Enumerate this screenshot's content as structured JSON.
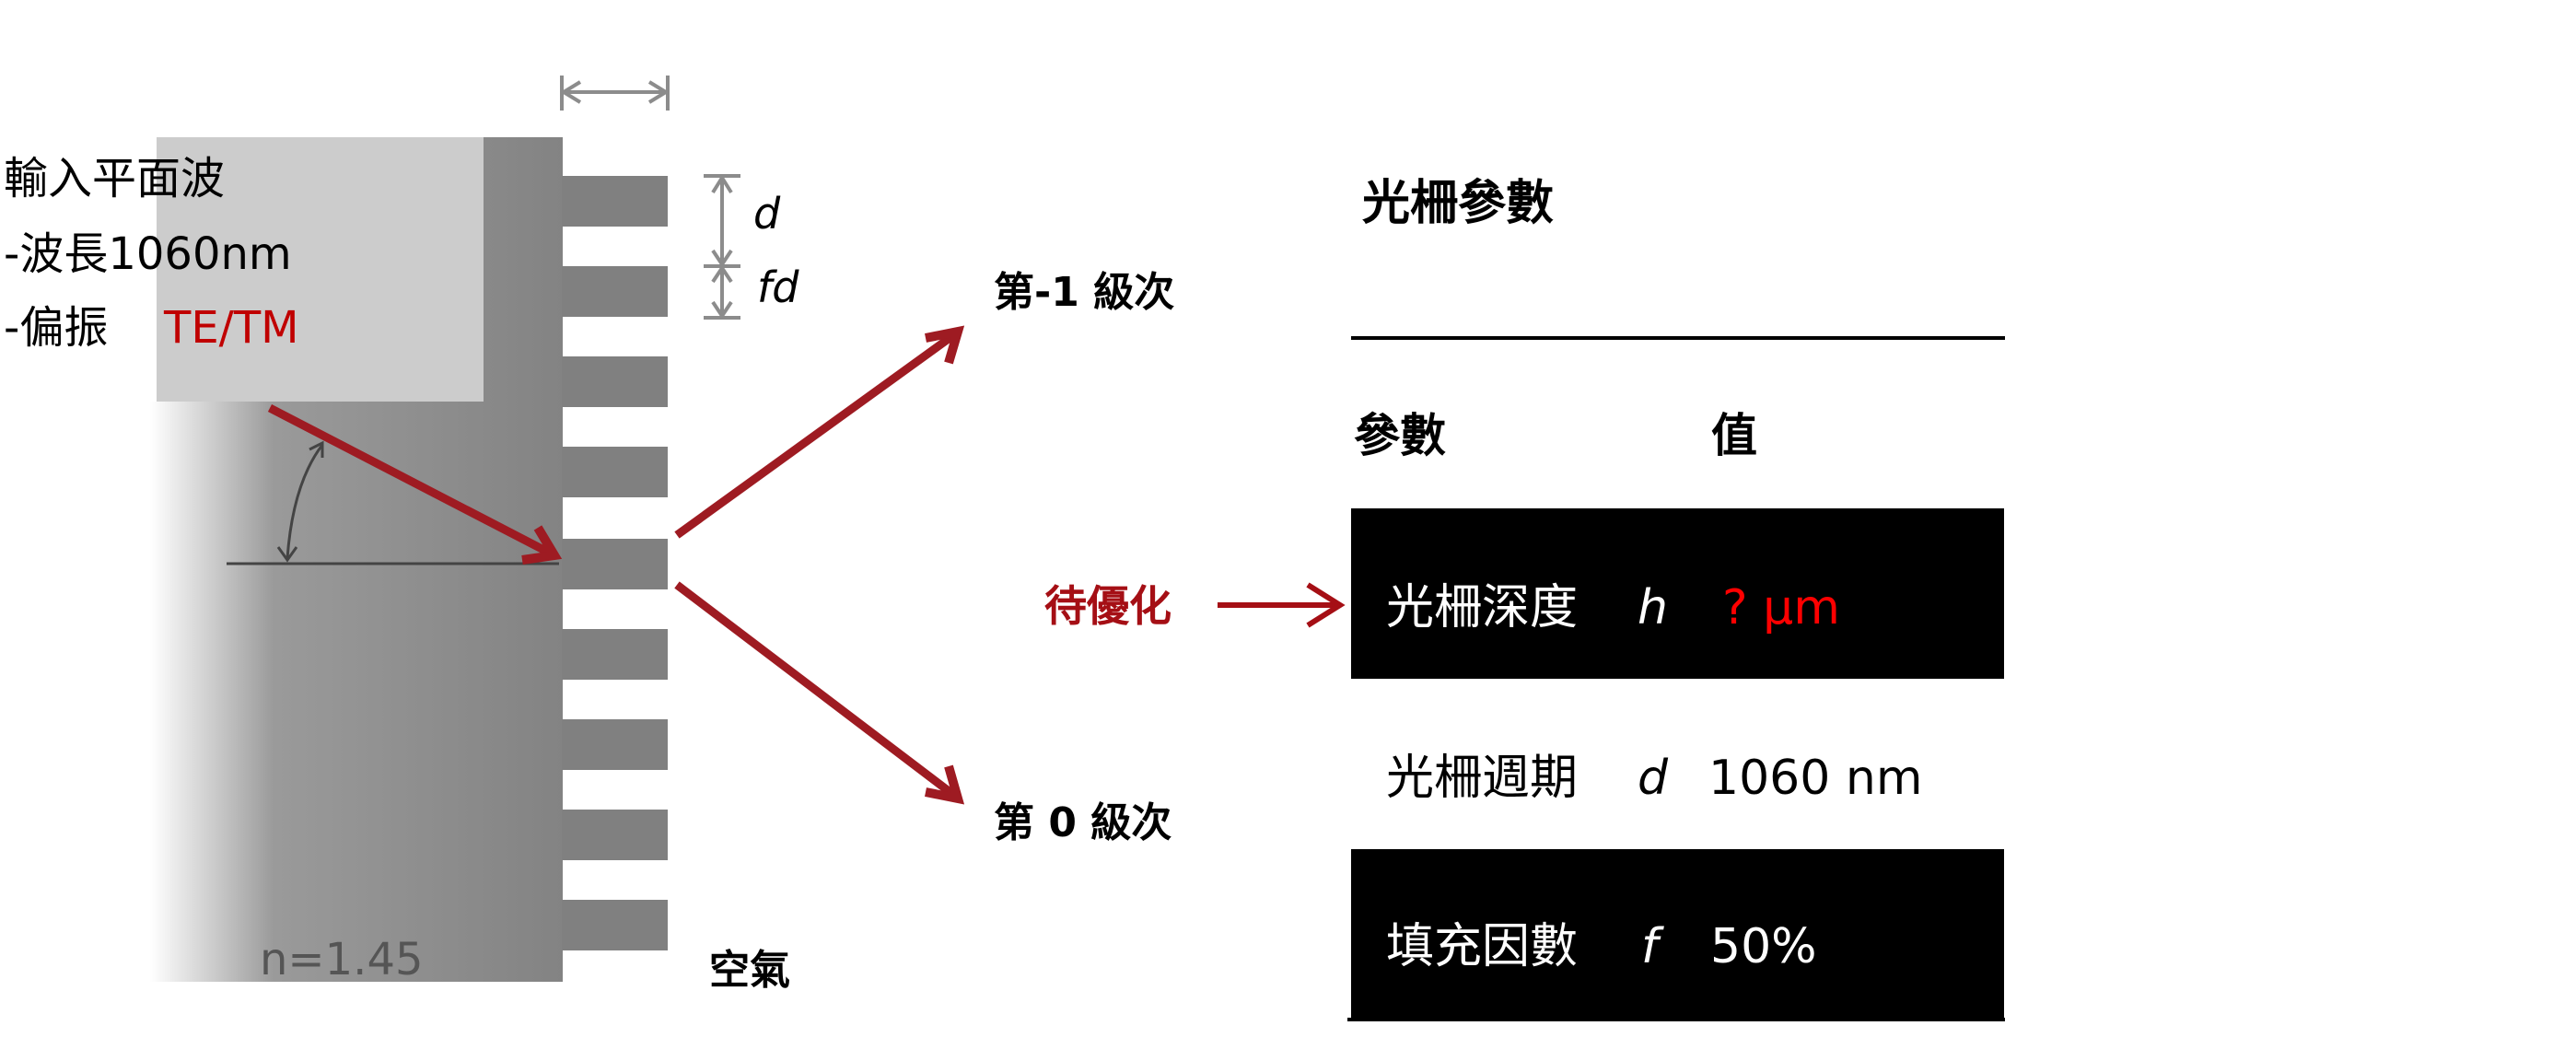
{
  "input": {
    "title": "輸入平面波",
    "wavelength": "-波長1060nm",
    "polarization_label": "-偏振",
    "polarization_value": "TE/TM"
  },
  "medium": {
    "substrate": "n=1.45",
    "air": "空氣"
  },
  "dimensions": {
    "period": "d",
    "fill": "fd"
  },
  "orders": {
    "minus_one": "第-1 級次",
    "zero": "第 0 級次"
  },
  "table": {
    "title": "光柵參數",
    "header_param": "參數",
    "header_value": "值",
    "rows": [
      {
        "name": "光柵深度",
        "symbol": "h",
        "value": "? µm",
        "highlight": true
      },
      {
        "name": "光柵週期",
        "symbol": "d",
        "value": "1060 nm",
        "highlight": false
      },
      {
        "name": "填充因數",
        "symbol": "f",
        "value": "50%",
        "highlight": true
      }
    ]
  },
  "optimize_label": "待優化",
  "colors": {
    "arrow": "#9e1b22",
    "red_text": "#c00000",
    "grating": "#808080"
  }
}
